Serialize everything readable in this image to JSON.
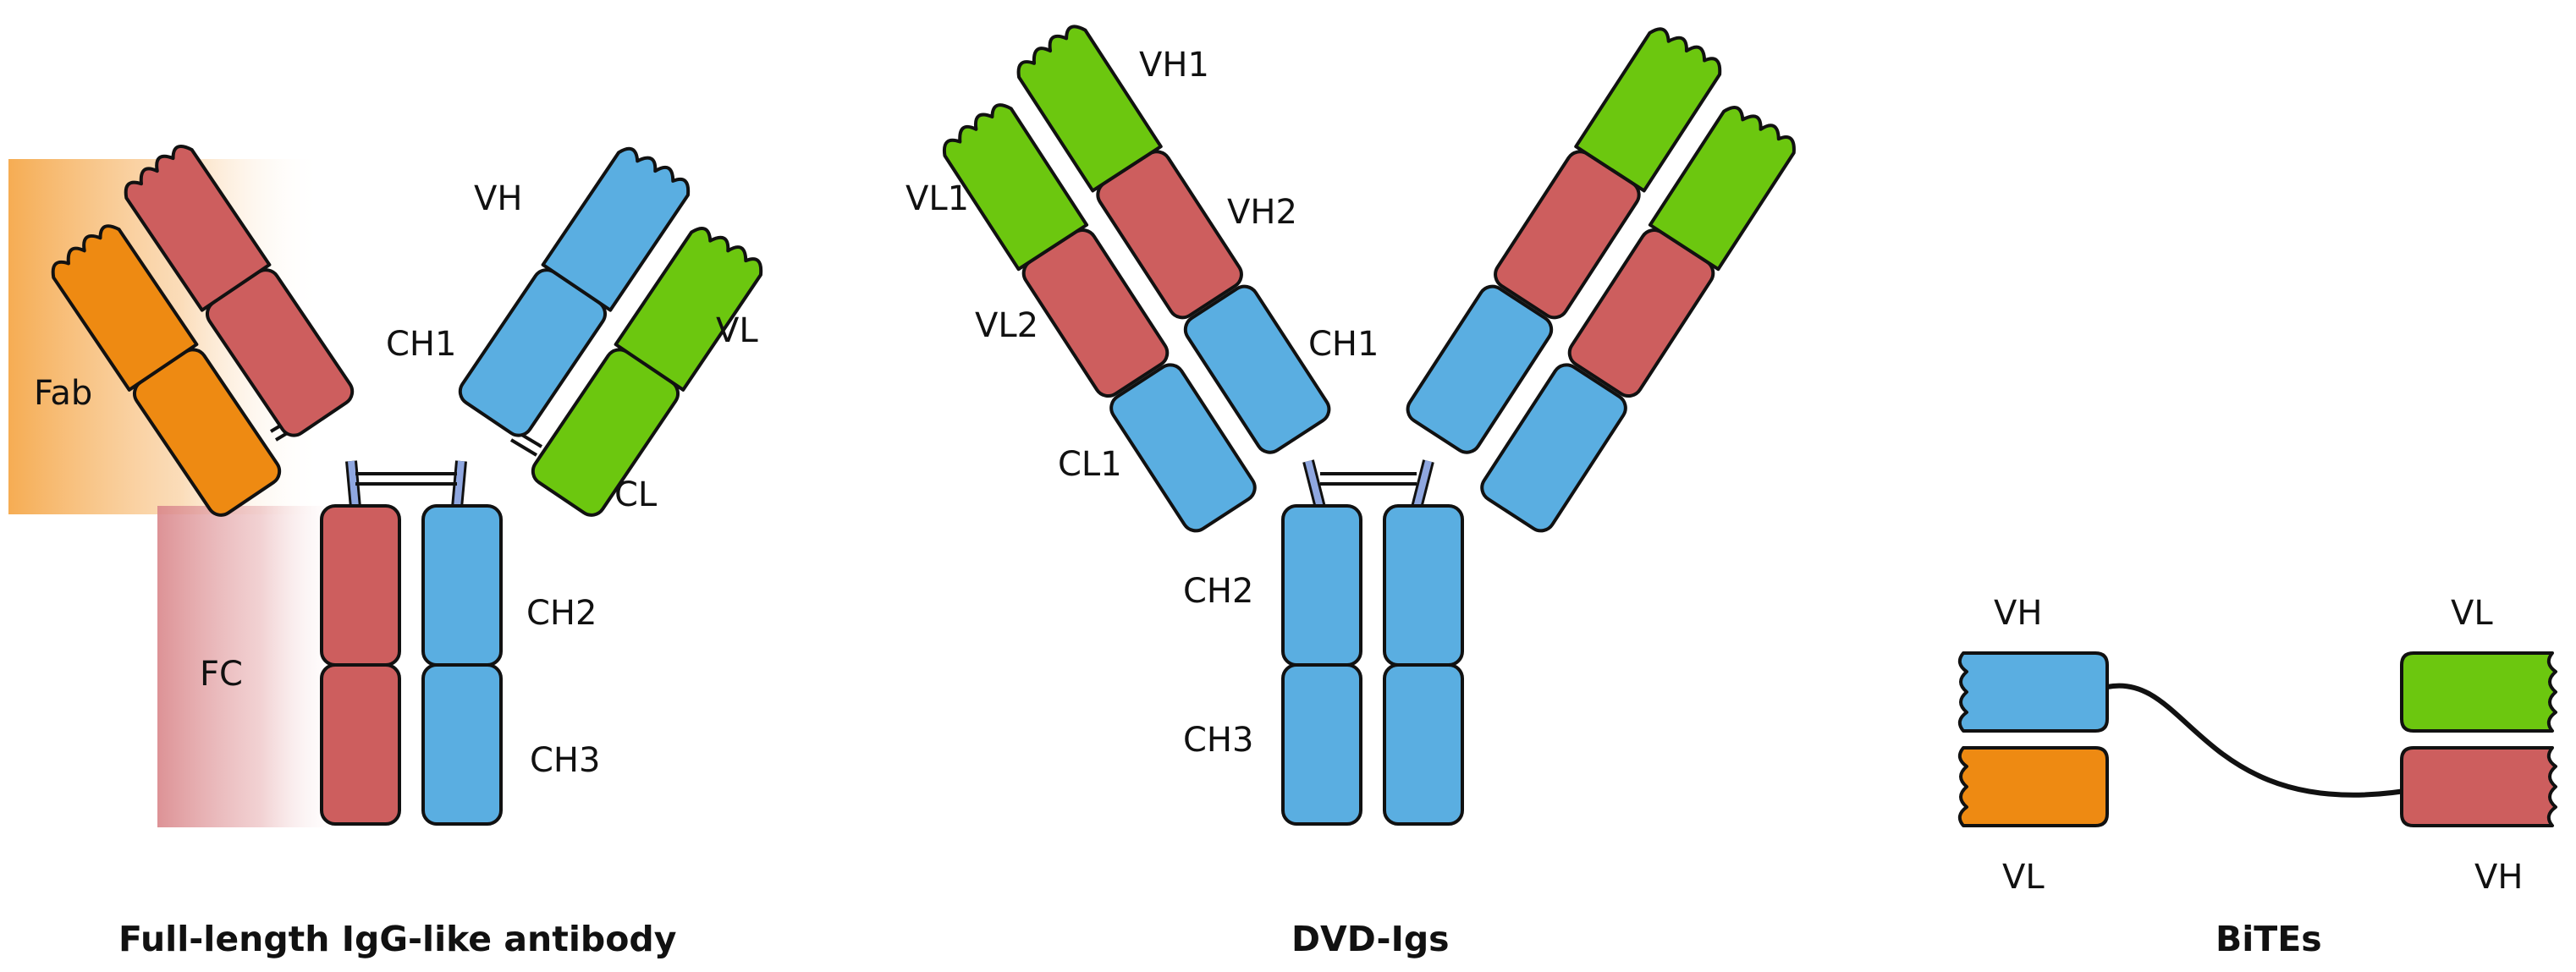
{
  "colors": {
    "heavy_chain": "#5aaee1",
    "light_chain": "#6cc70f",
    "second_heavy": "#cd5e5e",
    "orange_fab": "#ee8a12",
    "hinge": "#8fa7e0",
    "outline": "#111111"
  },
  "panels": {
    "igg": {
      "caption": "Full-length IgG-like antibody",
      "labels": {
        "fab": "Fab",
        "fc": "FC",
        "vh": "VH",
        "ch1": "CH1",
        "vl": "VL",
        "cl": "CL",
        "ch2": "CH2",
        "ch3": "CH3"
      }
    },
    "dvd": {
      "caption": "DVD-Igs",
      "labels": {
        "vh1": "VH1",
        "vl1": "VL1",
        "vh2": "VH2",
        "vl2": "VL2",
        "ch1": "CH1",
        "cl1": "CL1",
        "ch2": "CH2",
        "ch3": "CH3"
      }
    },
    "bites": {
      "caption": "BiTEs",
      "labels": {
        "vh_top": "VH",
        "vl_bottom": "VL",
        "vl_top": "VL",
        "vh_bottom": "VH"
      }
    }
  }
}
